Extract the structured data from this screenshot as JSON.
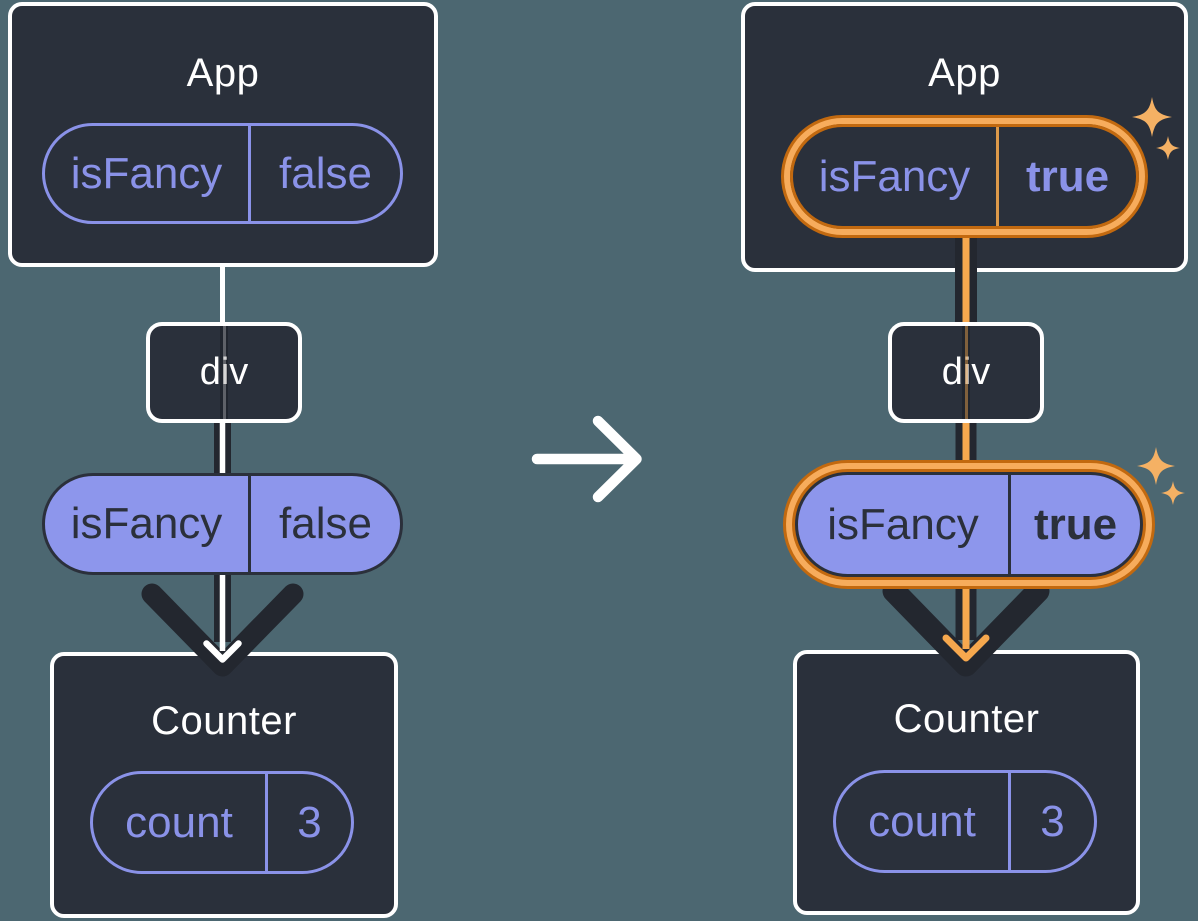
{
  "diagram": {
    "kind": "react-component-tree-before-after",
    "icons": {
      "transition_arrow": "arrow-right-icon",
      "sparkle": "four-point-star-icon"
    },
    "colors": {
      "background": "#4C6771",
      "card": "#2A303B",
      "card_border": "#FFFFFF",
      "purple_accent": "#8A92E8",
      "purple_fill": "#8D96EC",
      "dark_ink": "#23272F",
      "orange_ring": "#C2690F",
      "orange_band": "#F7AC5C",
      "orange_core": "#F6A84E",
      "sparkle": "#F5B164",
      "white": "#FFFFFF"
    }
  },
  "before": {
    "app": {
      "title": "App"
    },
    "app_prop": {
      "name": "isFancy",
      "value": "false"
    },
    "div_node": {
      "label": "div"
    },
    "passed_prop": {
      "name": "isFancy",
      "value": "false"
    },
    "counter": {
      "title": "Counter"
    },
    "counter_state": {
      "name": "count",
      "value": "3"
    }
  },
  "after": {
    "app": {
      "title": "App"
    },
    "app_prop": {
      "name": "isFancy",
      "value": "true"
    },
    "div_node": {
      "label": "div"
    },
    "passed_prop": {
      "name": "isFancy",
      "value": "true"
    },
    "counter": {
      "title": "Counter"
    },
    "counter_state": {
      "name": "count",
      "value": "3"
    }
  }
}
